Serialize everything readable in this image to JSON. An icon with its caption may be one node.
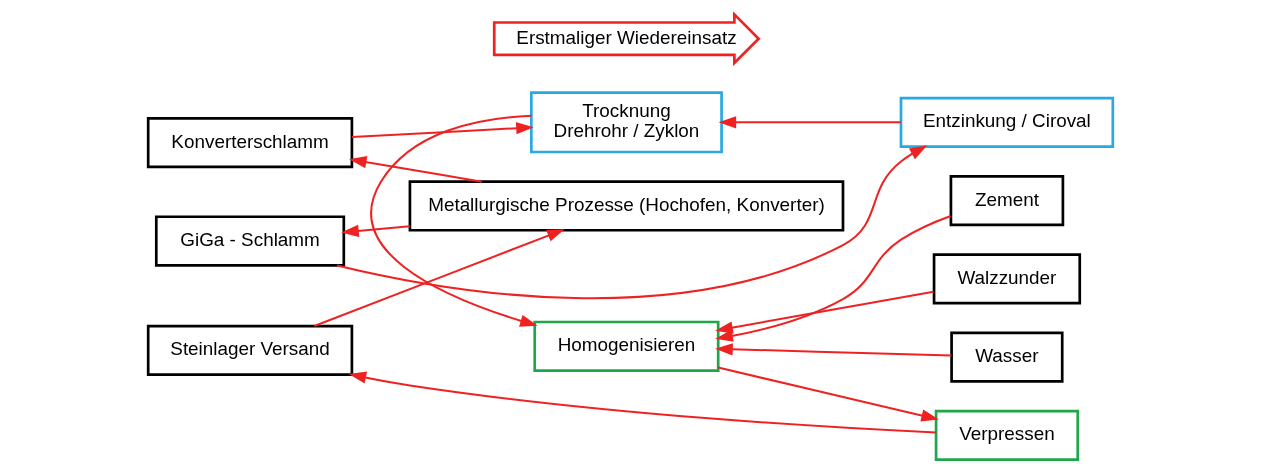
{
  "diagram": {
    "nodes": [
      {
        "text": [
          "Konverterschlamm"
        ]
      },
      {
        "text": [
          "GiGa - Schlamm"
        ]
      },
      {
        "text": [
          "Entzinkung / Ciroval"
        ]
      },
      {
        "text": [
          "Trocknung",
          "Drehrohr / Zyklon"
        ]
      },
      {
        "text": [
          "Zement"
        ]
      },
      {
        "text": [
          "Walzzunder"
        ]
      },
      {
        "text": [
          "Wasser"
        ]
      },
      {
        "text": [
          "Metallurgische Prozesse (Hochofen, Konverter)"
        ]
      },
      {
        "text": [
          "Homogenisieren"
        ]
      },
      {
        "text": [
          "Verpressen"
        ]
      },
      {
        "text": [
          "Steinlager Versand"
        ]
      },
      {
        "text": [
          "Erstmaliger Wiedereinsatz"
        ]
      }
    ],
    "edges": [
      {
        "from": 7,
        "to": 0,
        "arrow": "to"
      },
      {
        "from": 7,
        "to": 1,
        "arrow": "to"
      },
      {
        "from": 0,
        "to": 3,
        "arrow": "to"
      },
      {
        "from": 1,
        "to": 2,
        "arrow": "to"
      },
      {
        "from": 2,
        "to": 3,
        "arrow": "to"
      },
      {
        "from": 3,
        "to": 8,
        "arrow": "to"
      },
      {
        "from": 4,
        "to": 8,
        "arrow": "to"
      },
      {
        "from": 5,
        "to": 8,
        "arrow": "to"
      },
      {
        "from": 6,
        "to": 8,
        "arrow": "to"
      },
      {
        "from": 8,
        "to": 9,
        "arrow": "to"
      },
      {
        "from": 9,
        "to": 10,
        "arrow": "to"
      },
      {
        "from": 10,
        "to": 7,
        "arrow": "to"
      }
    ]
  }
}
